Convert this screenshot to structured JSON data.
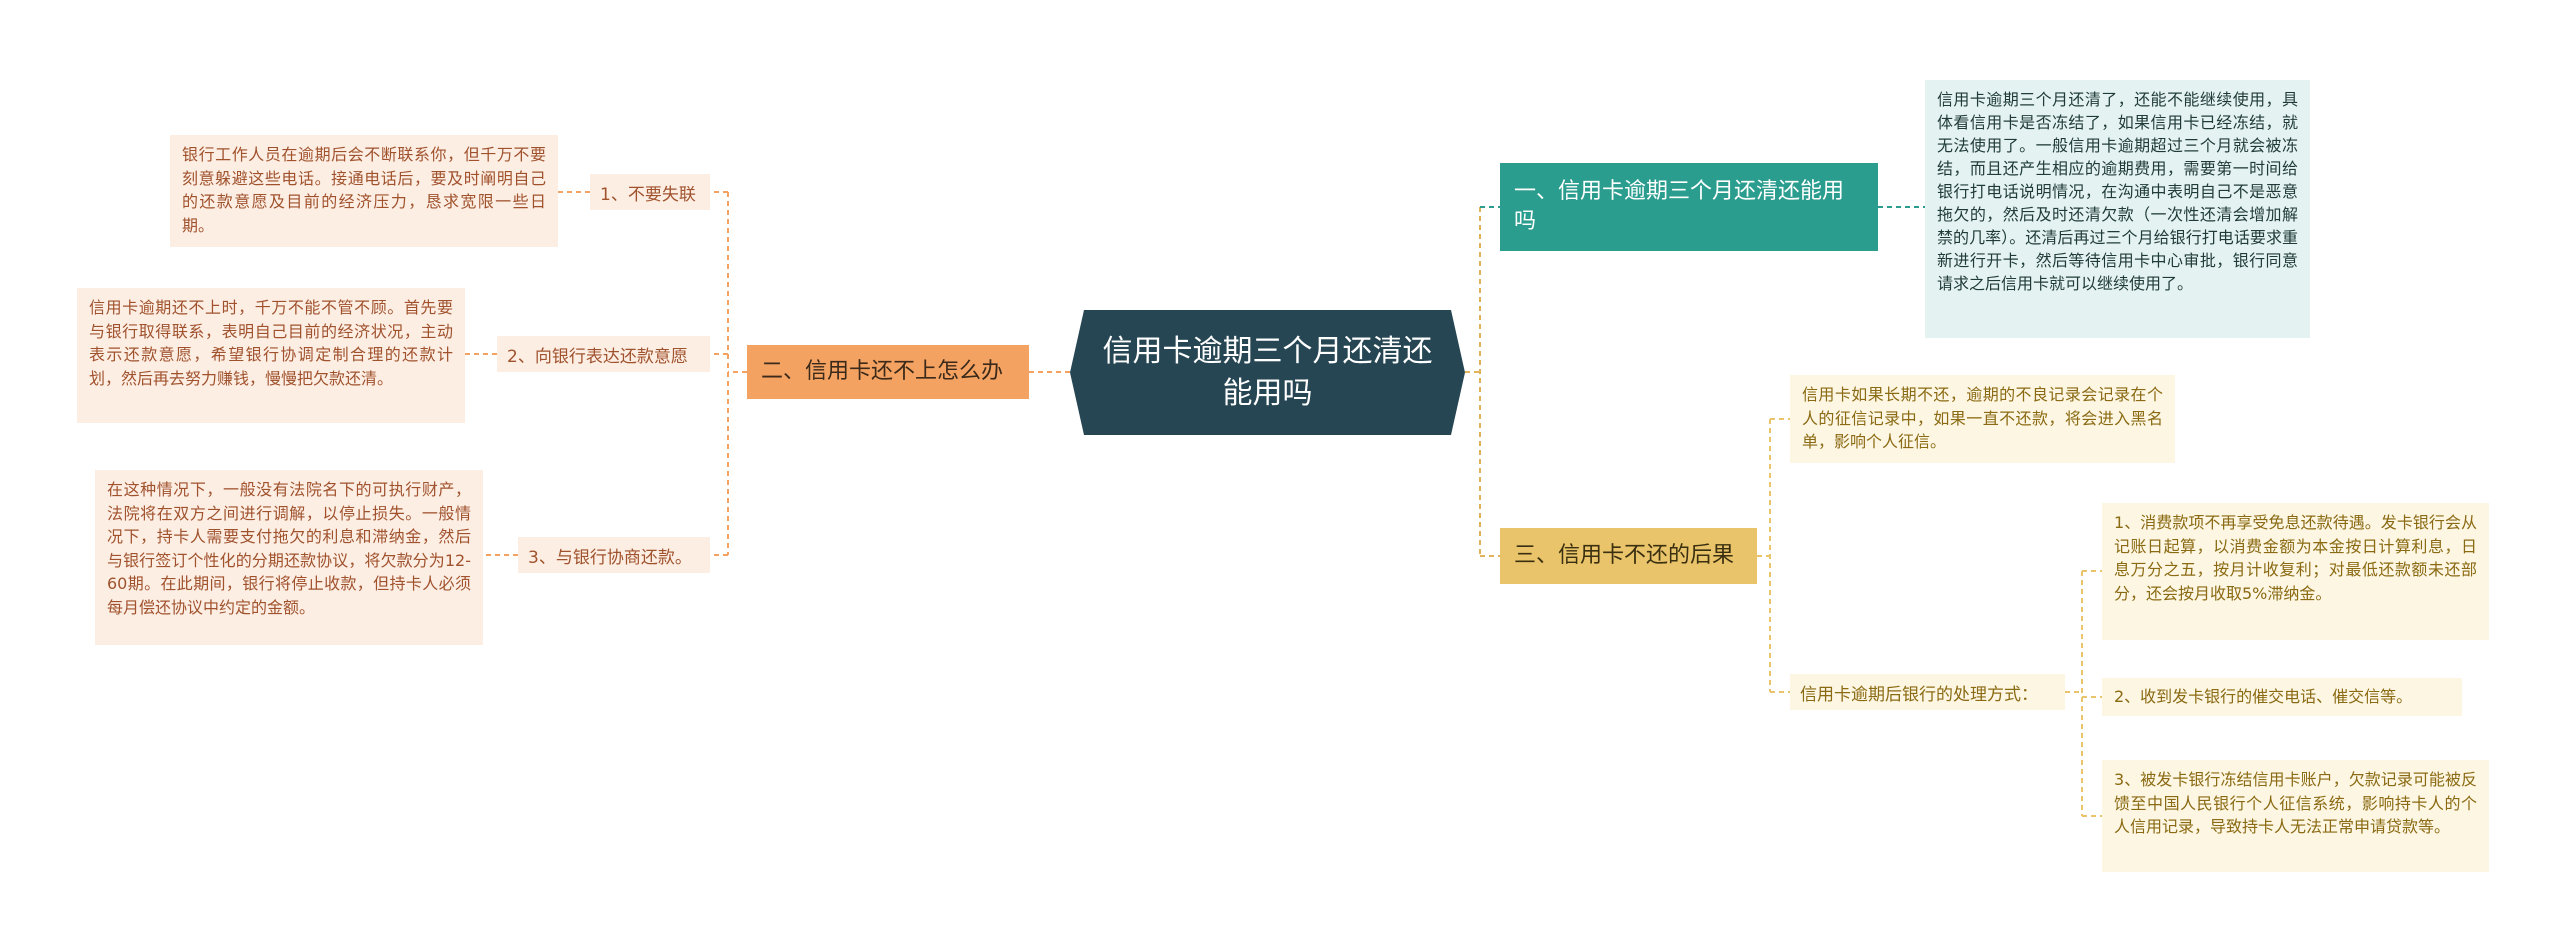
{
  "title": "信用卡逾期三个月还清还能用吗",
  "branches": {
    "right_top": {
      "label": "一、信用卡逾期三个月还清还能用吗",
      "detail": "信用卡逾期三个月还清了，还能不能继续使用，具体看信用卡是否冻结了，如果信用卡已经冻结，就无法使用了。一般信用卡逾期超过三个月就会被冻结，而且还产生相应的逾期费用，需要第一时间给银行打电话说明情况，在沟通中表明自己不是恶意拖欠的，然后及时还清欠款（一次性还清会增加解禁的几率）。还清后再过三个月给银行打电话要求重新进行开卡，然后等待信用卡中心审批，银行同意请求之后信用卡就可以继续使用了。"
    },
    "left": {
      "label": "二、信用卡还不上怎么办",
      "items": [
        {
          "label": "1、不要失联",
          "detail": "银行工作人员在逾期后会不断联系你，但千万不要刻意躲避这些电话。接通电话后，要及时阐明自己的还款意愿及目前的经济压力，恳求宽限一些日期。"
        },
        {
          "label": "2、向银行表达还款意愿",
          "detail": "信用卡逾期还不上时，千万不能不管不顾。首先要与银行取得联系，表明自己目前的经济状况，主动表示还款意愿，希望银行协调定制合理的还款计划，然后再去努力赚钱，慢慢把欠款还清。"
        },
        {
          "label": "3、与银行协商还款。",
          "detail": "在这种情况下，一般没有法院名下的可执行财产，法院将在双方之间进行调解，以停止损失。一般情况下，持卡人需要支付拖欠的利息和滞纳金，然后与银行签订个性化的分期还款协议，将欠款分为12-60期。在此期间，银行将停止收款，但持卡人必须每月偿还协议中约定的金额。"
        }
      ]
    },
    "right_bottom": {
      "label": "三、信用卡不还的后果",
      "detail": "信用卡如果长期不还，逾期的不良记录会记录在个人的征信记录中，如果一直不还款，将会进入黑名单，影响个人征信。",
      "sub": {
        "label": "信用卡逾期后银行的处理方式：",
        "items": [
          "1、消费款项不再享受免息还款待遇。发卡银行会从记账日起算，以消费金额为本金按日计算利息，日息万分之五，按月计收复利；对最低还款额未还部分，还会按月收取5%滞纳金。",
          "2、收到发卡银行的催交电话、催交信等。",
          "3、被发卡银行冻结信用卡账户，欠款记录可能被反馈至中国人民银行个人征信系统，影响持卡人的个人信用记录，导致持卡人无法正常申请贷款等。"
        ]
      }
    }
  },
  "colors": {
    "center": "#264653",
    "branch_teal": "#2a9d8f",
    "branch_orange": "#f4a261",
    "branch_yellow": "#e9c46a",
    "leaf_orange_bg": "#fdeee4",
    "leaf_yellow_bg": "#fdf6e3",
    "leaf_teal_bg": "#e4f3f1"
  }
}
